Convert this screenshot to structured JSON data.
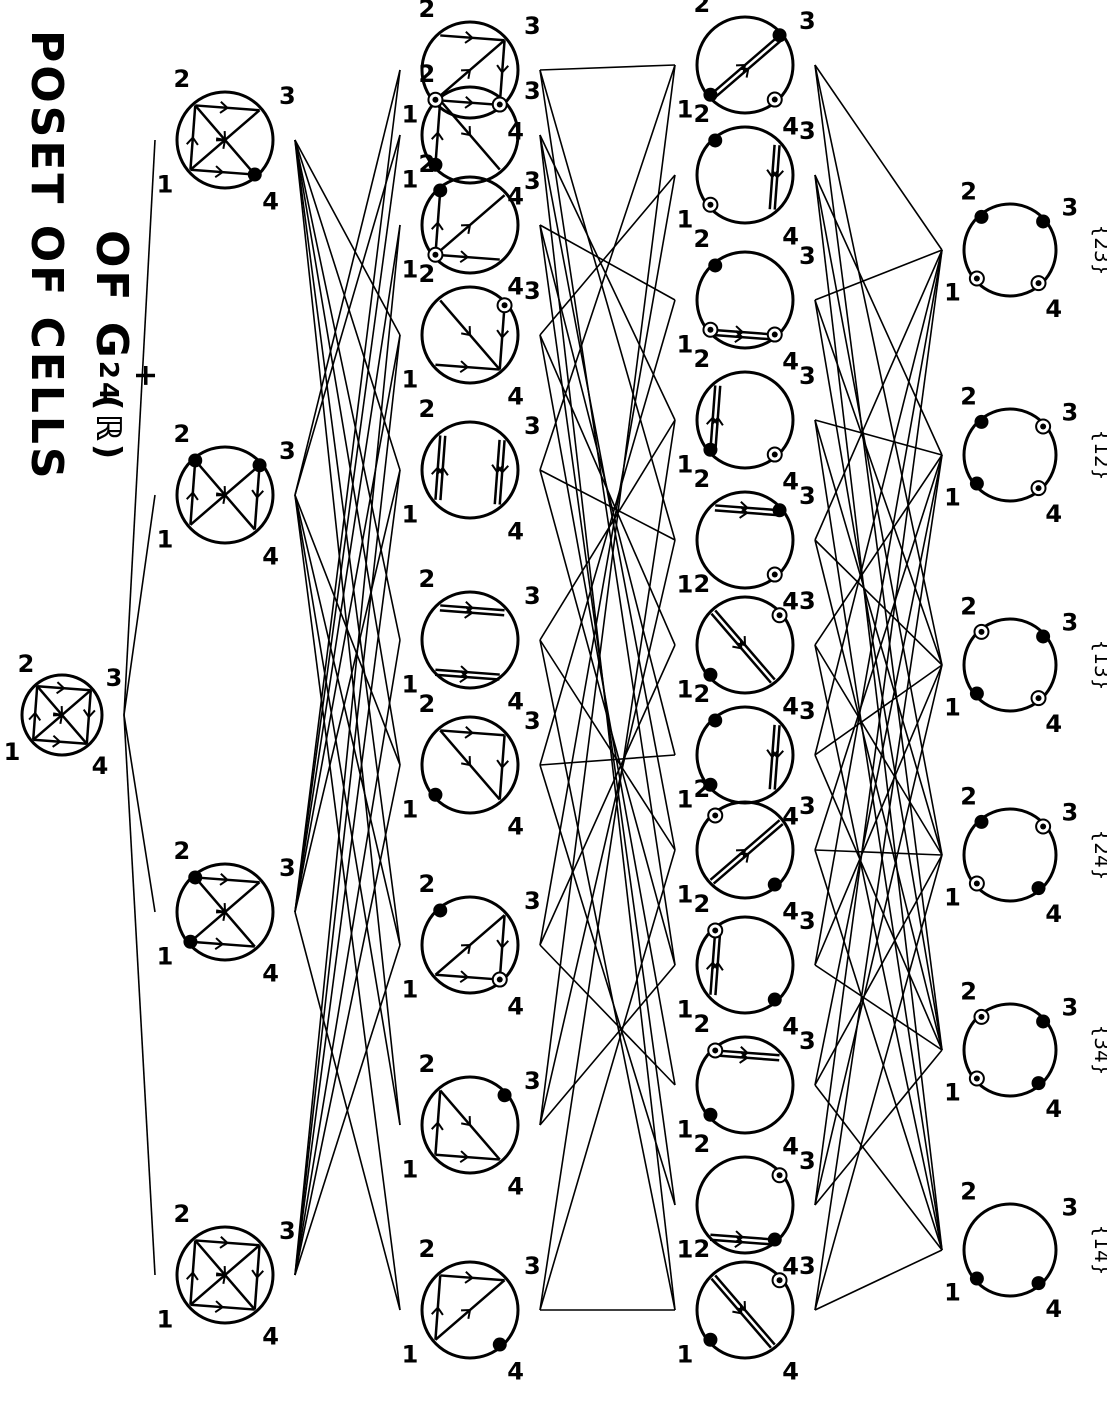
{
  "title": {
    "line1": "POSET OF CELLS",
    "line2": "OF G",
    "line2_sup": "+",
    "line2_sub": "24",
    "line2_tail": "(ℝ)"
  },
  "vertex_labels": [
    "1",
    "2",
    "3",
    "4"
  ],
  "rank0": [
    {
      "id": "top",
      "edges": [
        "12",
        "13",
        "14",
        "23",
        "24",
        "34"
      ],
      "filled": [],
      "open": []
    }
  ],
  "rank1": [
    {
      "edges": [
        "13",
        "24",
        "12",
        "34",
        "14",
        "23"
      ],
      "filled": [],
      "open": []
    },
    {
      "edges": [
        "13",
        "24",
        "14",
        "23"
      ],
      "filled": [
        "1",
        "2"
      ],
      "open": []
    },
    {
      "edges": [
        "13",
        "24",
        "12",
        "34"
      ],
      "filled": [
        "2",
        "3"
      ],
      "open": []
    },
    {
      "edges": [
        "13",
        "24",
        "14",
        "23",
        "12"
      ],
      "filled": [
        "4"
      ],
      "open": []
    }
  ],
  "rank2": [
    {
      "edges": [
        "13",
        "12",
        "23"
      ],
      "filled": [
        "4"
      ],
      "open": []
    },
    {
      "edges": [
        "24",
        "12",
        "14"
      ],
      "filled": [
        "3"
      ],
      "open": []
    },
    {
      "edges": [
        "13",
        "34",
        "14"
      ],
      "filled": [
        "2"
      ],
      "open": [
        "4"
      ]
    },
    {
      "edges": [
        "24",
        "23",
        "34"
      ],
      "filled": [
        "1"
      ],
      "open": []
    },
    {
      "edges": [
        "14",
        "14b",
        "23",
        "23b"
      ],
      "filled": [],
      "open": []
    },
    {
      "edges": [
        "12",
        "12b",
        "34",
        "34b"
      ],
      "filled": [],
      "open": []
    },
    {
      "edges": [
        "24",
        "14",
        "34"
      ],
      "filled": [],
      "open": [
        "3"
      ]
    },
    {
      "edges": [
        "13",
        "12",
        "14"
      ],
      "filled": [
        "2"
      ],
      "open": [
        "1"
      ]
    },
    {
      "edges": [
        "24",
        "23",
        "12"
      ],
      "filled": [
        "1"
      ],
      "open": []
    },
    {
      "edges": [
        "13",
        "23",
        "34"
      ],
      "filled": [],
      "open": [
        "1",
        "4"
      ]
    }
  ],
  "rank3": [
    {
      "edges": [
        "24",
        "24b"
      ],
      "filled": [
        "1"
      ],
      "open": [
        "3"
      ]
    },
    {
      "edges": [
        "14",
        "14b"
      ],
      "filled": [
        "4"
      ],
      "open": [
        "3"
      ]
    },
    {
      "edges": [
        "23",
        "23b"
      ],
      "filled": [
        "1"
      ],
      "open": [
        "2"
      ]
    },
    {
      "edges": [
        "12",
        "12b"
      ],
      "filled": [
        "4"
      ],
      "open": [
        "2"
      ]
    },
    {
      "edges": [
        "13",
        "13b"
      ],
      "filled": [
        "4"
      ],
      "open": [
        "2"
      ]
    },
    {
      "edges": [
        "34",
        "34b"
      ],
      "filled": [
        "1",
        "2"
      ],
      "open": []
    },
    {
      "edges": [
        "24",
        "24b"
      ],
      "filled": [
        "1"
      ],
      "open": [
        "3"
      ]
    },
    {
      "edges": [
        "23",
        "23b"
      ],
      "filled": [
        "3"
      ],
      "open": [
        "4"
      ]
    },
    {
      "edges": [
        "12",
        "12b"
      ],
      "filled": [
        "1"
      ],
      "open": [
        "4"
      ]
    },
    {
      "edges": [
        "14",
        "14b"
      ],
      "filled": [
        "2"
      ],
      "open": [
        "1",
        "4"
      ]
    },
    {
      "edges": [
        "34",
        "34b"
      ],
      "filled": [
        "2"
      ],
      "open": [
        "1"
      ]
    },
    {
      "edges": [
        "13",
        "13b"
      ],
      "filled": [
        "1",
        "3"
      ],
      "open": [
        "4"
      ]
    }
  ],
  "rank4": [
    {
      "label": "{14}",
      "filled": [
        "1",
        "4"
      ],
      "open": []
    },
    {
      "label": "{34}",
      "filled": [
        "3",
        "4"
      ],
      "open": [
        "1",
        "2"
      ]
    },
    {
      "label": "{24}",
      "filled": [
        "2",
        "4"
      ],
      "open": [
        "1",
        "3"
      ]
    },
    {
      "label": "{13}",
      "filled": [
        "1",
        "3"
      ],
      "open": [
        "2",
        "4"
      ]
    },
    {
      "label": "{12}",
      "filled": [
        "1",
        "2"
      ],
      "open": [
        "3",
        "4"
      ]
    },
    {
      "label": "{23}",
      "filled": [
        "2",
        "3"
      ],
      "open": [
        "1",
        "4"
      ]
    }
  ]
}
